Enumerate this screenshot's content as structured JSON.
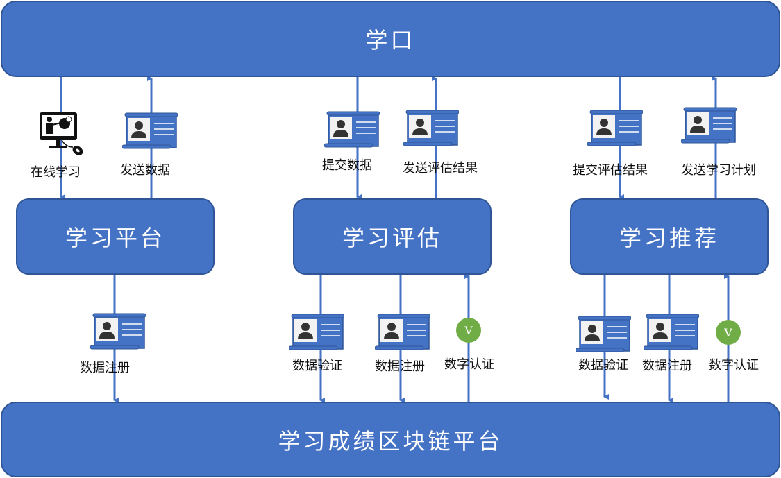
{
  "nodes": {
    "top": "学口",
    "bottom": "学习成绩区块链平台",
    "platform": "学习平台",
    "evaluation": "学习评估",
    "recommendation": "学习推荐"
  },
  "upper_labels": {
    "online_learning": "在线学习",
    "send_data": "发送数据",
    "submit_data": "提交数据",
    "send_eval_result": "发送评估结果",
    "submit_eval_result": "提交评估结果",
    "send_study_plan": "发送学习计划"
  },
  "lower_labels": {
    "platform_register": "数据注册",
    "eval_verify": "数据验证",
    "eval_register": "数据注册",
    "eval_cert": "数字认证",
    "rec_verify": "数据验证",
    "rec_register": "数据注册",
    "rec_cert": "数字认证"
  },
  "badge_letter": "V",
  "icons": {
    "document": "id-card-scroll-icon",
    "online": "monitor-presentation-icon",
    "cert": "verified-badge-icon"
  },
  "colors": {
    "box_fill": "#4472c4",
    "box_border": "#2f5597",
    "badge": "#70ad47"
  }
}
